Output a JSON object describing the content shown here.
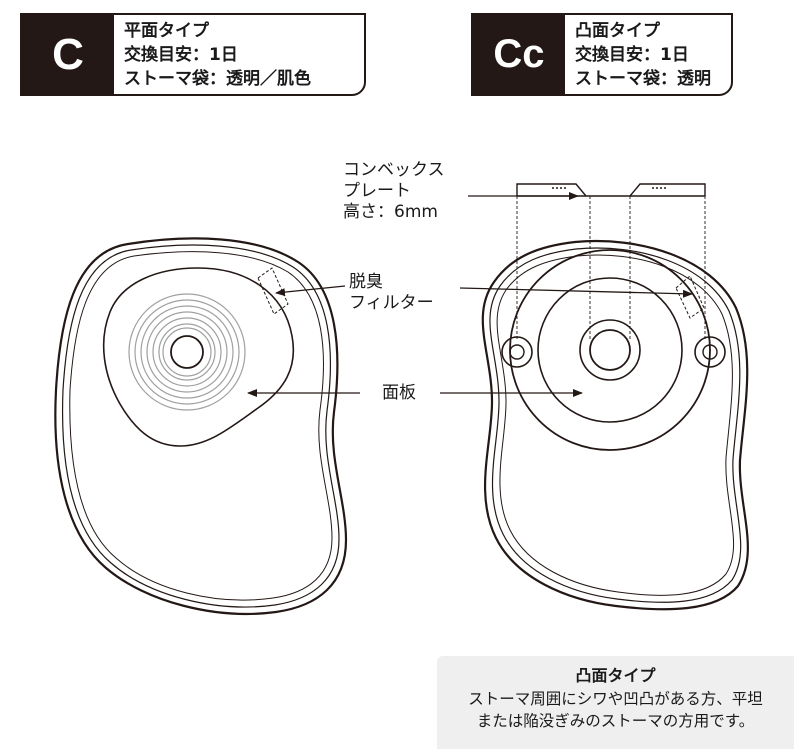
{
  "flat_type": {
    "code": "C",
    "lines": [
      "平面タイプ",
      "交換目安：1日",
      "ストーマ袋：透明／肌色"
    ]
  },
  "convex_type": {
    "code": "Cc",
    "lines": [
      "凸面タイプ",
      "交換目安：1日",
      "ストーマ袋：透明"
    ]
  },
  "callouts": {
    "convex_plate": [
      "コンベックス",
      "プレート",
      "高さ：6mm"
    ],
    "filter": [
      "脱臭",
      "フィルター"
    ],
    "faceplate": "面板"
  },
  "info": {
    "title": "凸面タイプ",
    "body": [
      "ストーマ周囲にシワや凹凸がある方、平坦",
      "または陥没ぎみのストーマの方用です。"
    ]
  },
  "colors": {
    "outline": "#231815",
    "badge_bg": "#231815",
    "ring_gray": "#a0a0a0",
    "info_bg": "#efefef"
  }
}
